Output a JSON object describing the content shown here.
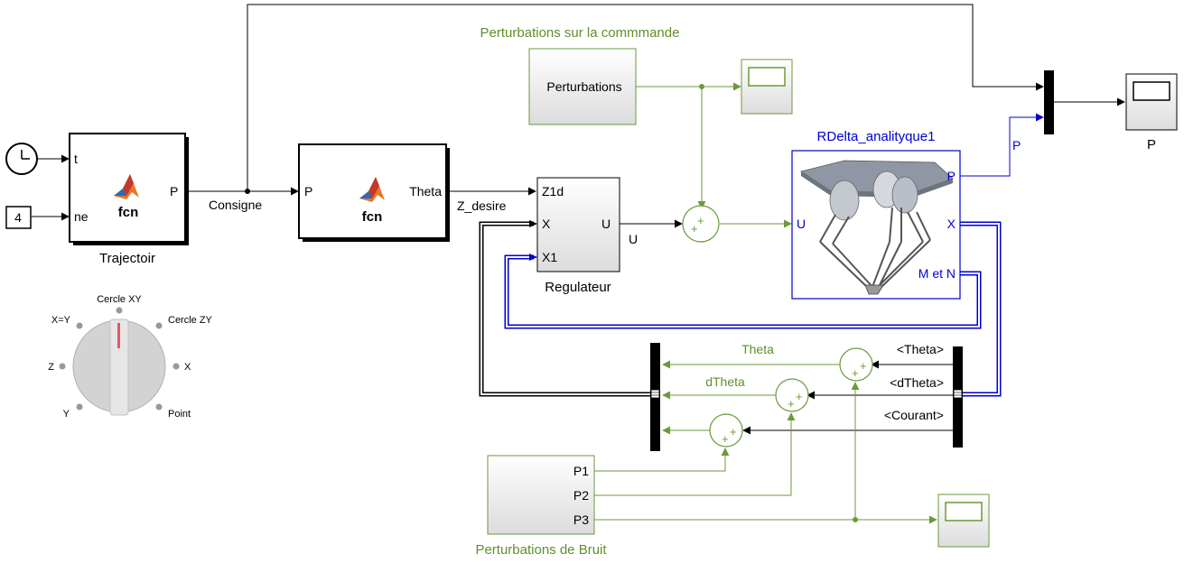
{
  "colors": {
    "black": "#000000",
    "green": "#6b9a3a",
    "blue": "#0000cc",
    "green_text": "#5f8f2a",
    "matlab_orange": "#e87722",
    "matlab_red": "#c0392b",
    "matlab_blue": "#2a6bb8",
    "gradient_top": "#ffffff",
    "gradient_bottom": "#dcdcdc",
    "robot_block_fill": "#dbe7f6",
    "knob_pointer": "#e05a5a"
  },
  "blocks": {
    "clock": {
      "icon": "clock-icon"
    },
    "constant": {
      "value": "4"
    },
    "trajectoire": {
      "name": "Trajectoir",
      "func_label": "fcn",
      "in_ports": [
        "t",
        "ne"
      ],
      "out_ports": [
        "P"
      ],
      "icon": "matlab-logo-icon"
    },
    "fcn2": {
      "func_label": "fcn",
      "in_ports": [
        "P"
      ],
      "out_ports": [
        "Theta"
      ],
      "icon": "matlab-logo-icon"
    },
    "regulateur": {
      "name": "Regulateur",
      "in_ports": [
        "Z1d",
        "X",
        "X1"
      ],
      "out_ports": [
        "U"
      ]
    },
    "robot": {
      "name": "RDelta_analityque1",
      "in_ports": [
        "U"
      ],
      "out_ports": [
        "P",
        "X",
        "M et N"
      ],
      "icon": "delta-robot-icon"
    },
    "perturbations": {
      "label": "Perturbations"
    },
    "perturbations_title": "Perturbations sur la commmande",
    "bruit": {
      "name": "Perturbations de Bruit",
      "out_ports": [
        "P1",
        "P2",
        "P3"
      ]
    },
    "scope_p": {
      "name": "P",
      "icon": "scope-icon"
    },
    "selector": {
      "positions": [
        "Cercle XY",
        "Cercle ZY",
        "X",
        "Point",
        "Y",
        "Z",
        "X=Y"
      ],
      "selected": "Cercle XY",
      "icon": "rotary-switch-icon"
    },
    "sum_symbol": "+"
  },
  "signals": {
    "consigne": "Consigne",
    "z_desire": "Z_desire",
    "u": "U",
    "p": "P",
    "theta": "Theta",
    "dtheta": "dTheta",
    "bus_theta": "<Theta>",
    "bus_dtheta": "<dTheta>",
    "bus_courant": "<Courant>"
  }
}
